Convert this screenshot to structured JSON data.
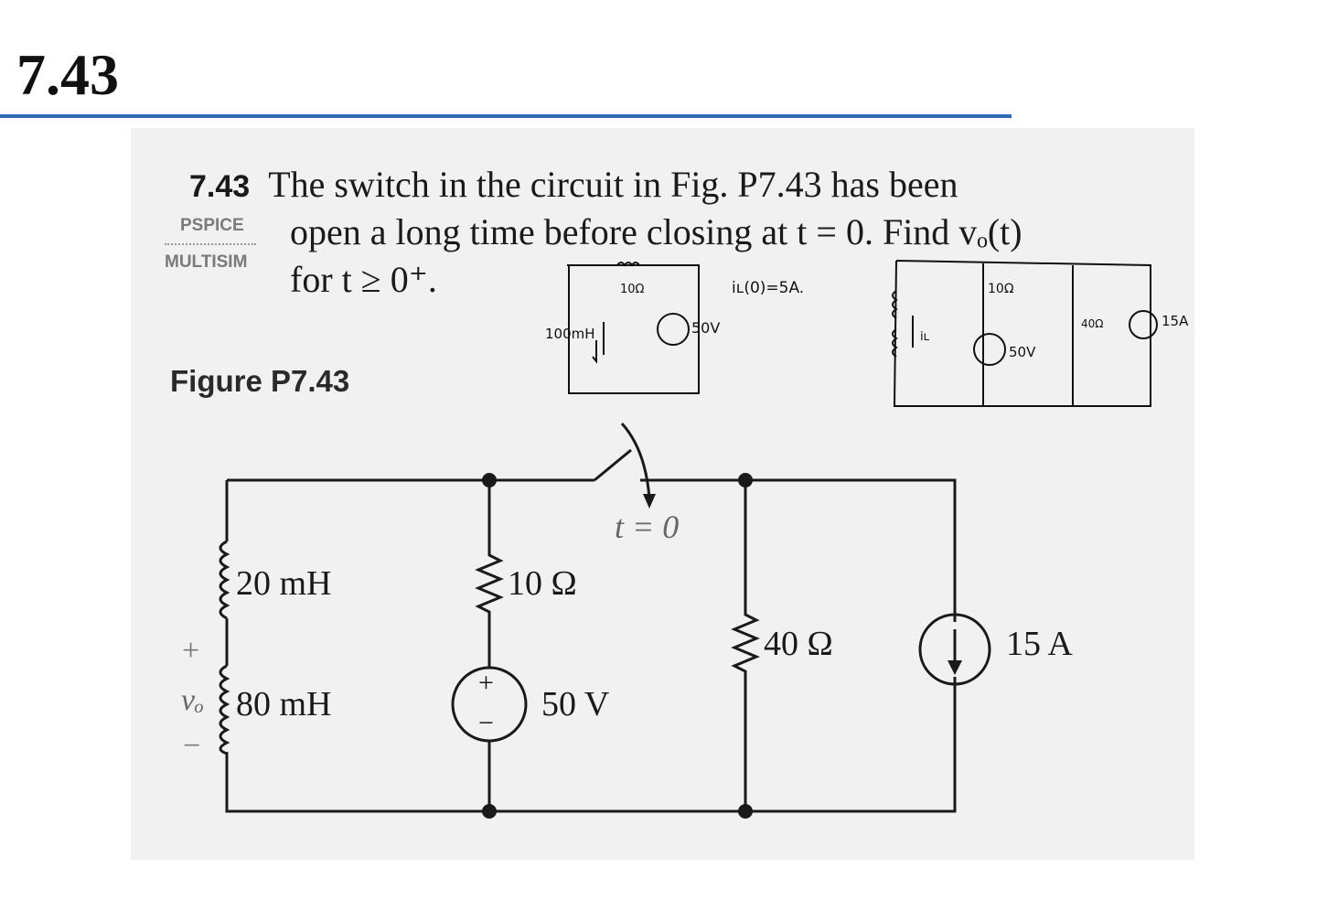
{
  "slide": {
    "title": "7.43"
  },
  "problem": {
    "number": "7.43",
    "line1": "The switch in the circuit in Fig. P7.43 has been",
    "line2": "open a long time before closing at t = 0. Find vₒ(t)",
    "line3": "for t ≥ 0⁺.",
    "tags": [
      "PSPICE",
      "MULTISIM"
    ],
    "figure_label": "Figure P7.43"
  },
  "circuit": {
    "inductor_top": "20 mH",
    "inductor_bottom": "80 mH",
    "resistor_left": "10 Ω",
    "source_voltage": "50 V",
    "resistor_right": "40 Ω",
    "current_source": "15 A",
    "switch_label": "t = 0",
    "vo_label": "vₒ",
    "plus": "+",
    "minus": "−"
  },
  "handwritten": {
    "left_inductor": "100mH",
    "left_resistor": "10Ω",
    "left_source": "50V",
    "initial_current": "iʟ(0)=5A.",
    "right_resistor_top": "10Ω",
    "right_current": "iʟ",
    "right_source": "50V",
    "right_resistor_mid": "40Ω",
    "right_current_source": "15A"
  }
}
